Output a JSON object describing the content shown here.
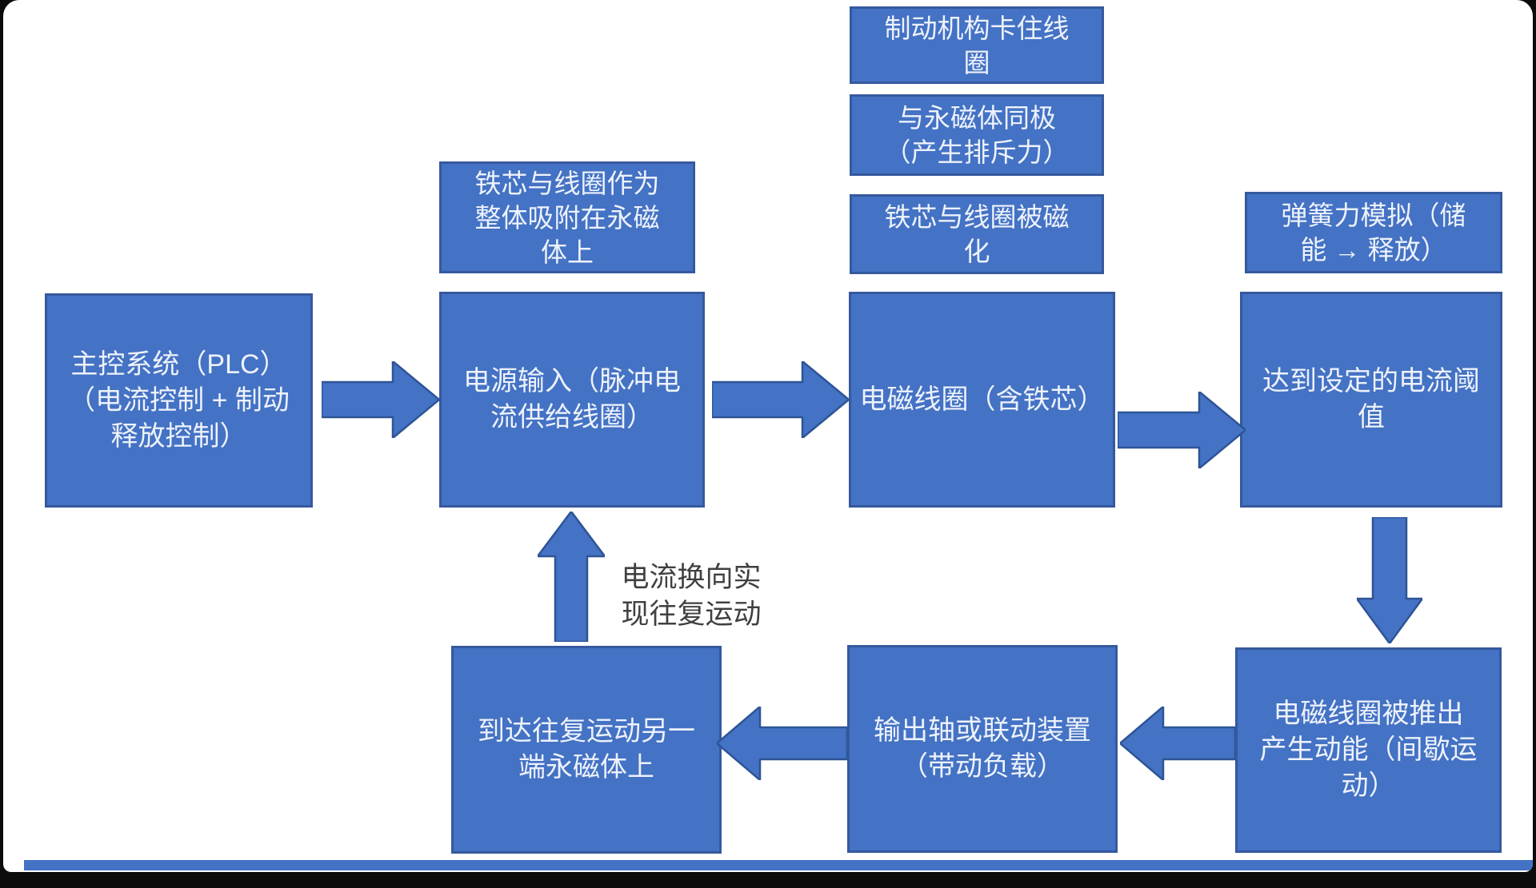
{
  "colors": {
    "box_fill": "#4472c4",
    "box_border": "#35599e",
    "box_text": "#edf2fb",
    "arrow_fill": "#4472c4",
    "arrow_border": "#2e5496",
    "annotation_text": "#404040",
    "canvas_bg": "#ffffff",
    "frame_bg": "#0c0c0c"
  },
  "nodes": {
    "note_attach": {
      "lines": [
        "铁芯与线圈作为",
        "整体吸附在永磁",
        "体上"
      ]
    },
    "note_brake": {
      "lines": [
        "制动机构卡住线",
        "圈"
      ]
    },
    "note_same_pole": {
      "lines": [
        "与永磁体同极",
        "（产生排斥力）"
      ]
    },
    "note_magnetized": {
      "lines": [
        "铁芯与线圈被磁",
        "化"
      ]
    },
    "note_spring": {
      "lines": [
        "弹簧力模拟（储",
        "能 → 释放）"
      ]
    },
    "main_plc": {
      "lines": [
        "主控系统（PLC）",
        "（电流控制 + 制动",
        "释放控制）"
      ]
    },
    "main_power": {
      "lines": [
        "电源输入（脉冲电",
        "流供给线圈）"
      ]
    },
    "main_coil": {
      "lines": [
        "电磁线圈（含铁芯）"
      ]
    },
    "main_threshold": {
      "lines": [
        "达到设定的电流阈",
        "值"
      ]
    },
    "bottom_push": {
      "lines": [
        "电磁线圈被推出",
        "产生动能（间歇运",
        "动）"
      ]
    },
    "bottom_output": {
      "lines": [
        "输出轴或联动装置",
        "（带动负载）"
      ]
    },
    "bottom_reach": {
      "lines": [
        "到达往复运动另一",
        "端永磁体上"
      ]
    }
  },
  "annotations": {
    "reverse_label": {
      "lines": [
        "电流换向实",
        "现往复运动"
      ]
    }
  },
  "connectors": [
    {
      "from": "main_plc",
      "to": "main_power",
      "direction": "right"
    },
    {
      "from": "main_power",
      "to": "main_coil",
      "direction": "right"
    },
    {
      "from": "main_coil",
      "to": "main_threshold",
      "direction": "right"
    },
    {
      "from": "main_threshold",
      "to": "bottom_push",
      "direction": "down"
    },
    {
      "from": "bottom_push",
      "to": "bottom_output",
      "direction": "left"
    },
    {
      "from": "bottom_output",
      "to": "bottom_reach",
      "direction": "left"
    },
    {
      "from": "bottom_reach",
      "to": "main_power",
      "direction": "up"
    }
  ]
}
